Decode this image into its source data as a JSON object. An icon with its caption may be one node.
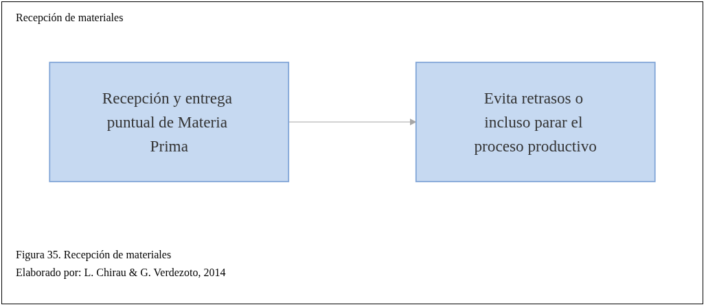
{
  "diagram": {
    "title": "Recepción de materiales",
    "caption": "Figura 35. Recepción de materiales",
    "nodes": [
      {
        "text": [
          "Recepción y entrega puntual de Materia Prima"
        ]
      },
      {
        "text": [
          "Evita retrasos o incluso parar el proceso productivo"
        ]
      }
    ],
    "edges": [
      {
        "from": 0,
        "to": 1,
        "arrow": "to",
        "color": "#a6a6a6"
      }
    ],
    "labels": [
      "Elaborado por: L. Chirau & G. Verdezoto, 2014"
    ]
  }
}
